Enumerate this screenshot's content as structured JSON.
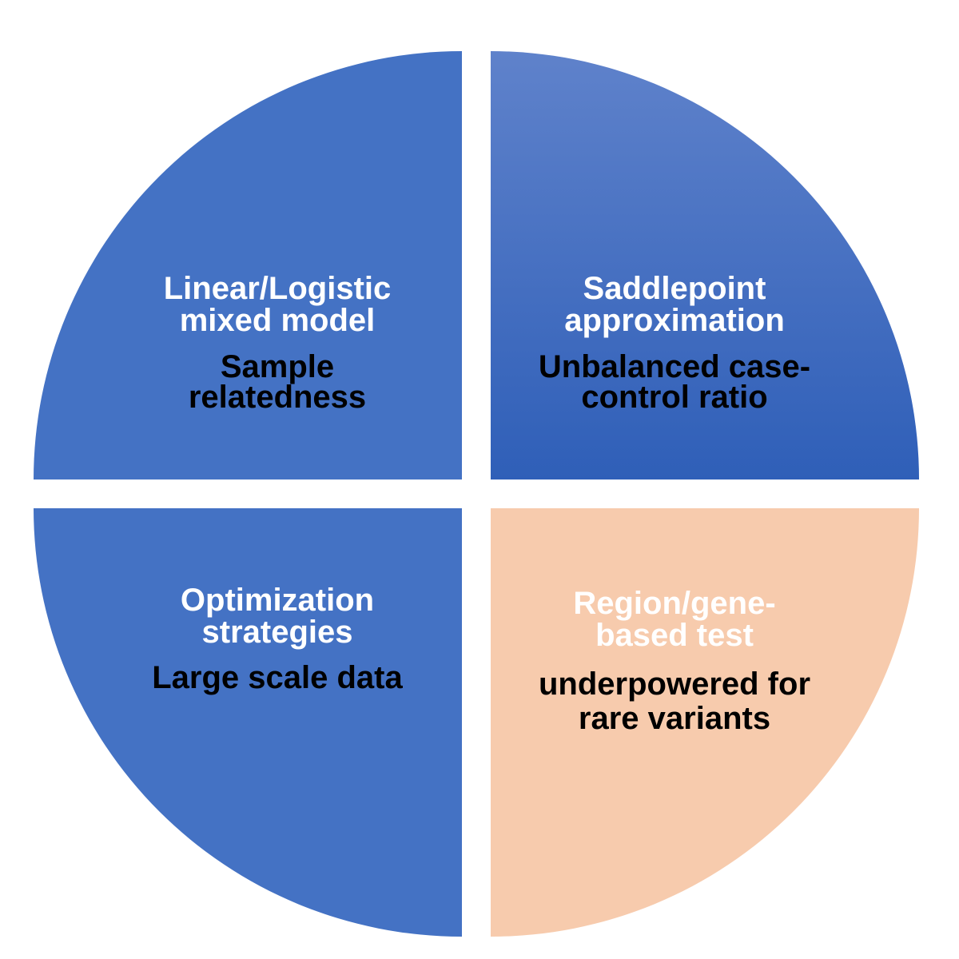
{
  "colors": {
    "blue": "#4472c4",
    "blue_grad_top": "#5f82cb",
    "blue_grad_bottom": "#2f5fb8",
    "peach": "#f7cbad",
    "white_text": "#ffffff",
    "black_text": "#000000"
  },
  "quadrants": [
    {
      "id": "top-left",
      "title_lines": [
        "Linear/Logistic",
        "mixed model"
      ],
      "subtitle_lines": [
        "Sample",
        "relatedness"
      ]
    },
    {
      "id": "top-right",
      "title_lines": [
        "Saddlepoint",
        "approximation"
      ],
      "subtitle_lines": [
        "Unbalanced case-",
        "control ratio"
      ]
    },
    {
      "id": "bottom-left",
      "title_lines": [
        "Optimization",
        "strategies"
      ],
      "subtitle_lines": [
        "Large scale data"
      ]
    },
    {
      "id": "bottom-right",
      "title_lines": [
        "Region/gene-",
        "based test"
      ],
      "subtitle_lines": [
        "underpowered for",
        "rare variants"
      ]
    }
  ]
}
